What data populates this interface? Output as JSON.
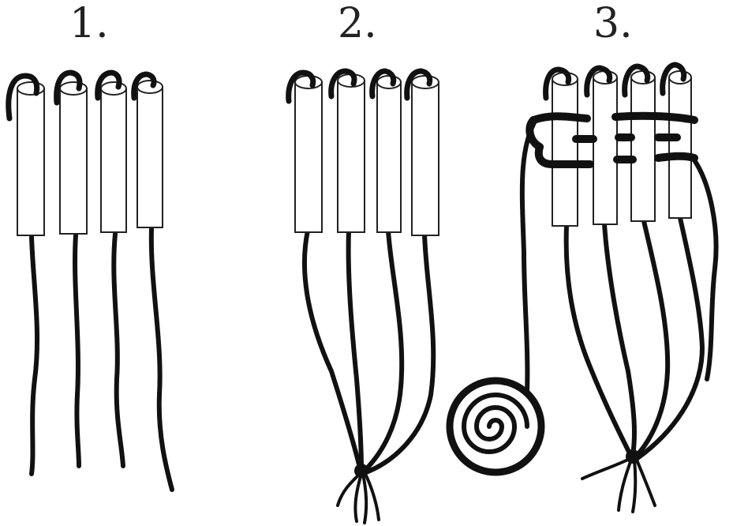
{
  "steps": [
    {
      "label": "1."
    },
    {
      "label": "2."
    },
    {
      "label": "3."
    }
  ]
}
